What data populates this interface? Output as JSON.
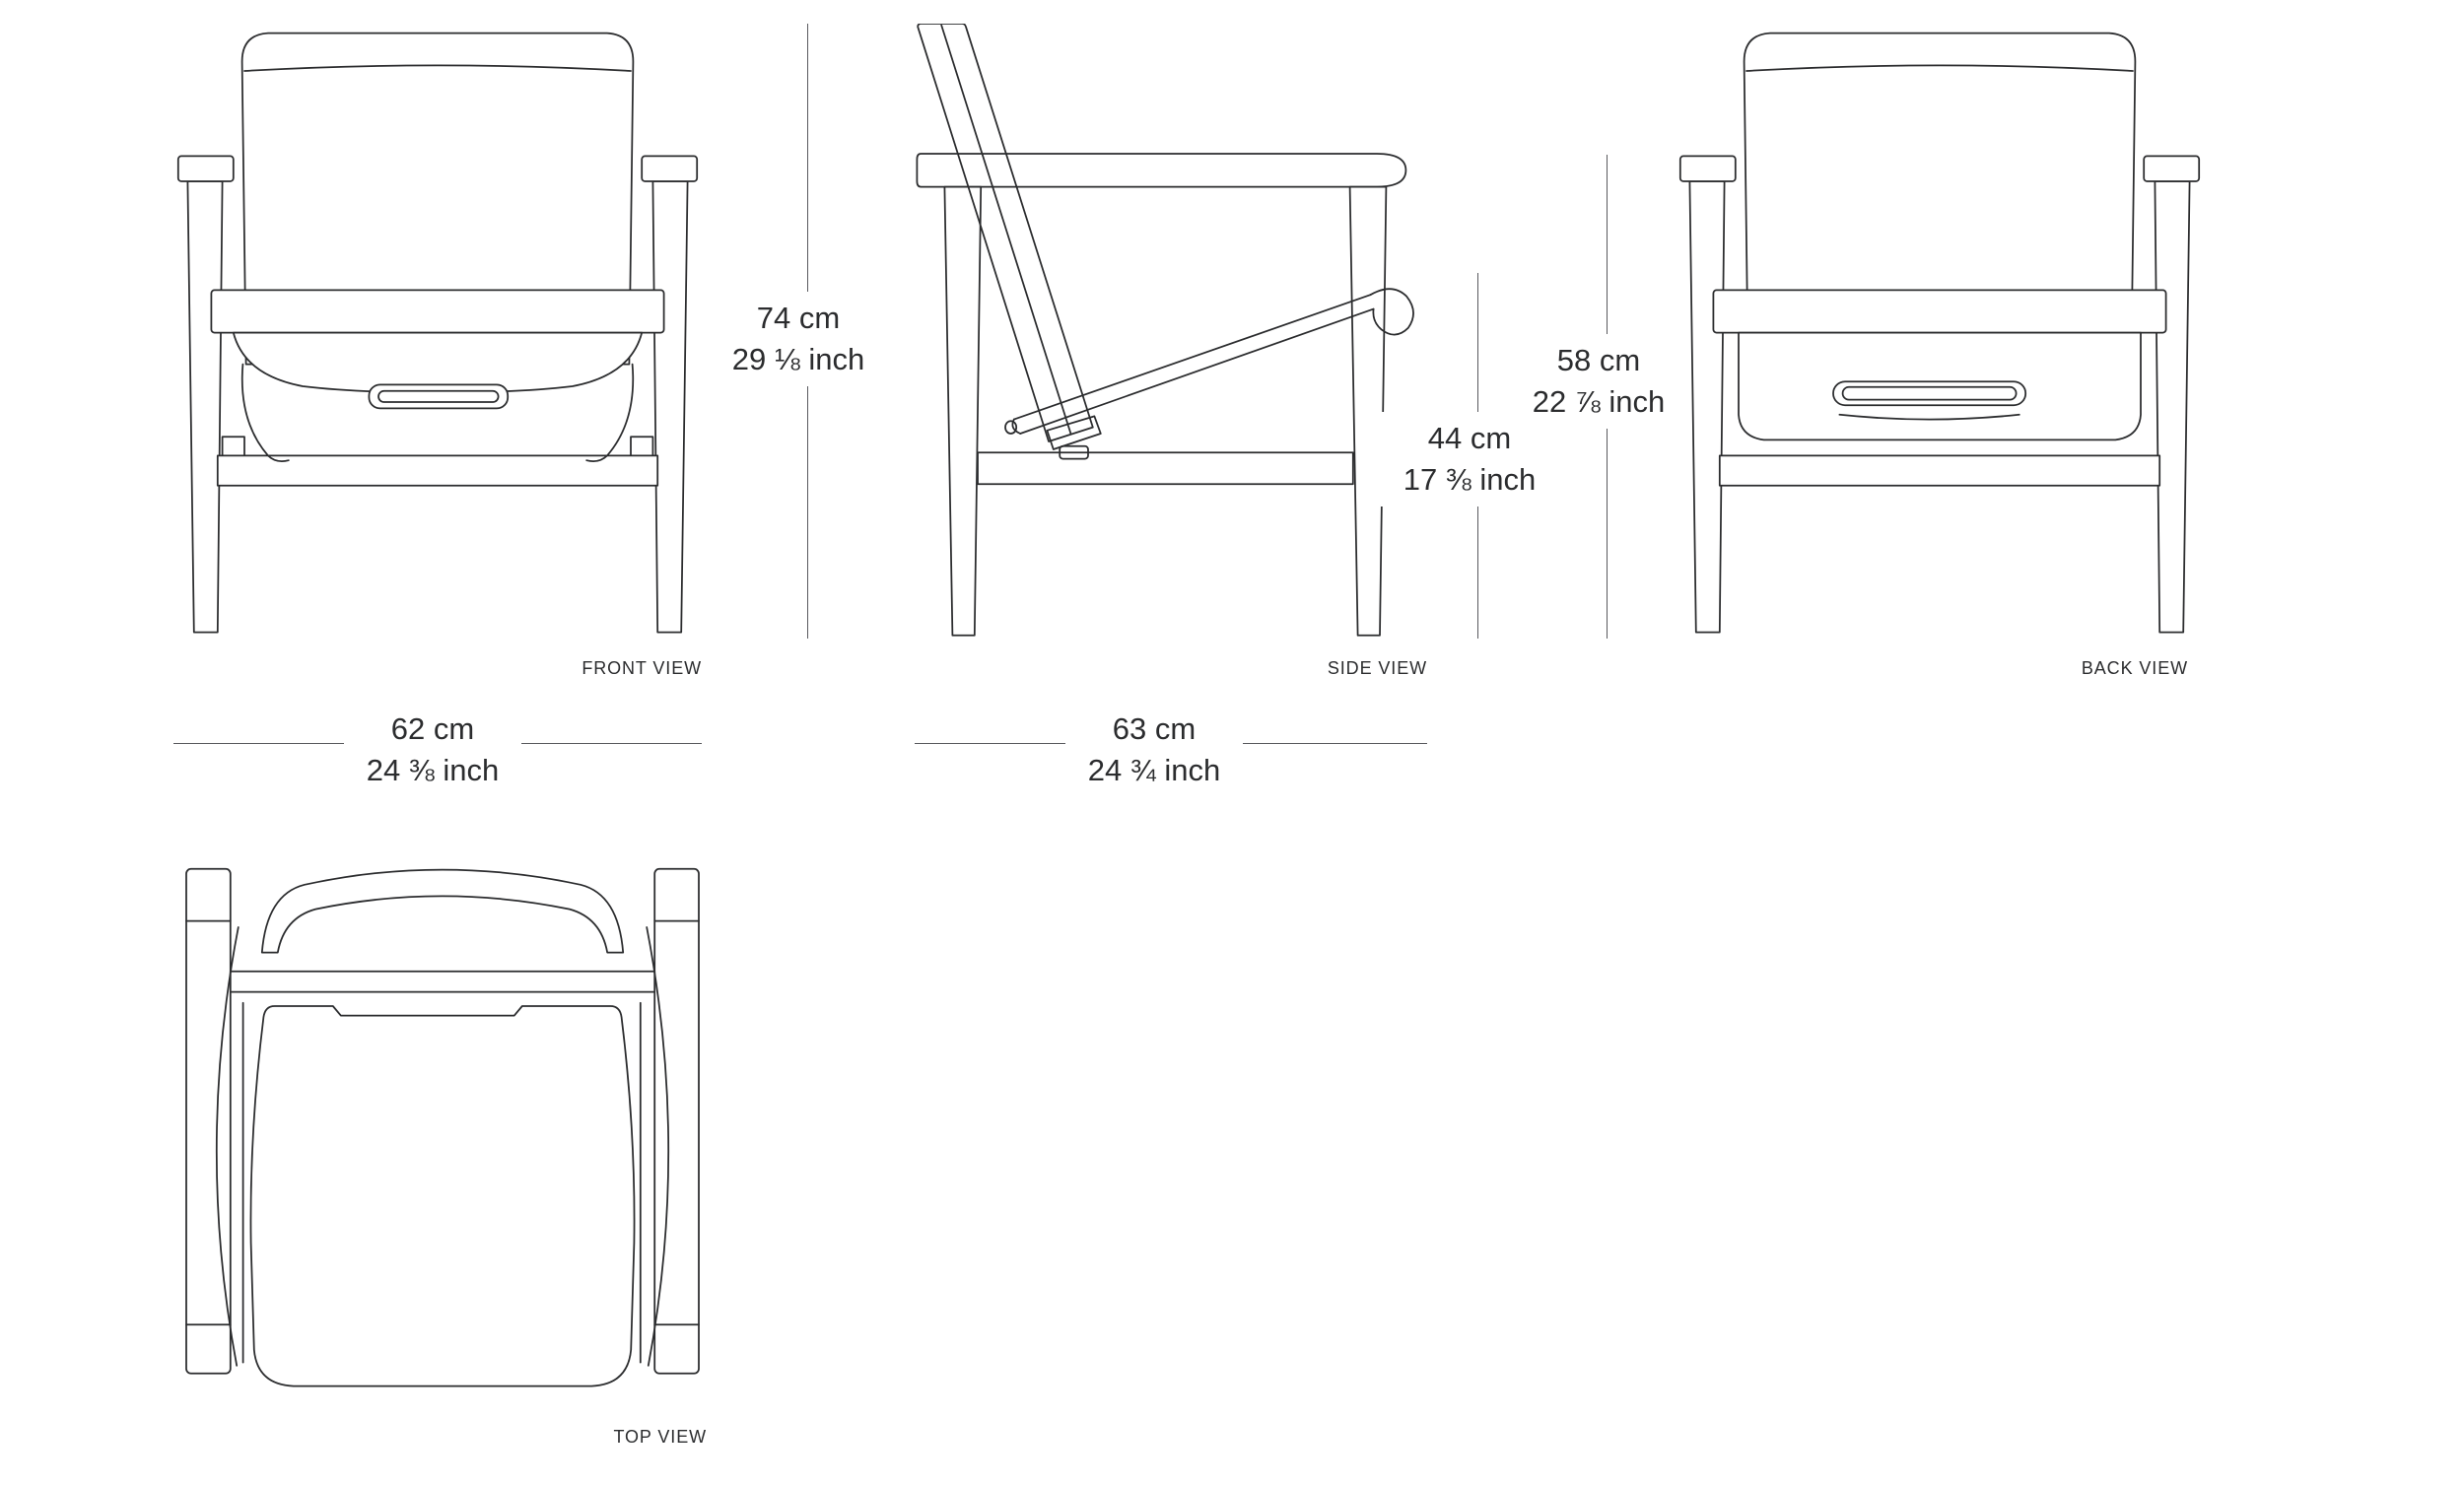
{
  "colors": {
    "background": "#ffffff",
    "line": "#2b2c2e",
    "dimension_line": "#595a5e",
    "text": "#2b2c2e"
  },
  "views": [
    {
      "id": "front",
      "label": "FRONT VIEW"
    },
    {
      "id": "side",
      "label": "SIDE VIEW"
    },
    {
      "id": "back",
      "label": "BACK VIEW"
    },
    {
      "id": "top",
      "label": "TOP VIEW"
    }
  ],
  "dimensions": {
    "overall_height": {
      "cm": "74 cm",
      "inch": "29 ⅛ inch"
    },
    "armrest_height": {
      "cm": "58 cm",
      "inch": "22 ⅞ inch"
    },
    "seat_height": {
      "cm": "44 cm",
      "inch": "17 ⅜ inch"
    },
    "overall_width": {
      "cm": "62 cm",
      "inch": "24 ⅜ inch"
    },
    "overall_depth": {
      "cm": "63 cm",
      "inch": "24 ¾ inch"
    }
  }
}
